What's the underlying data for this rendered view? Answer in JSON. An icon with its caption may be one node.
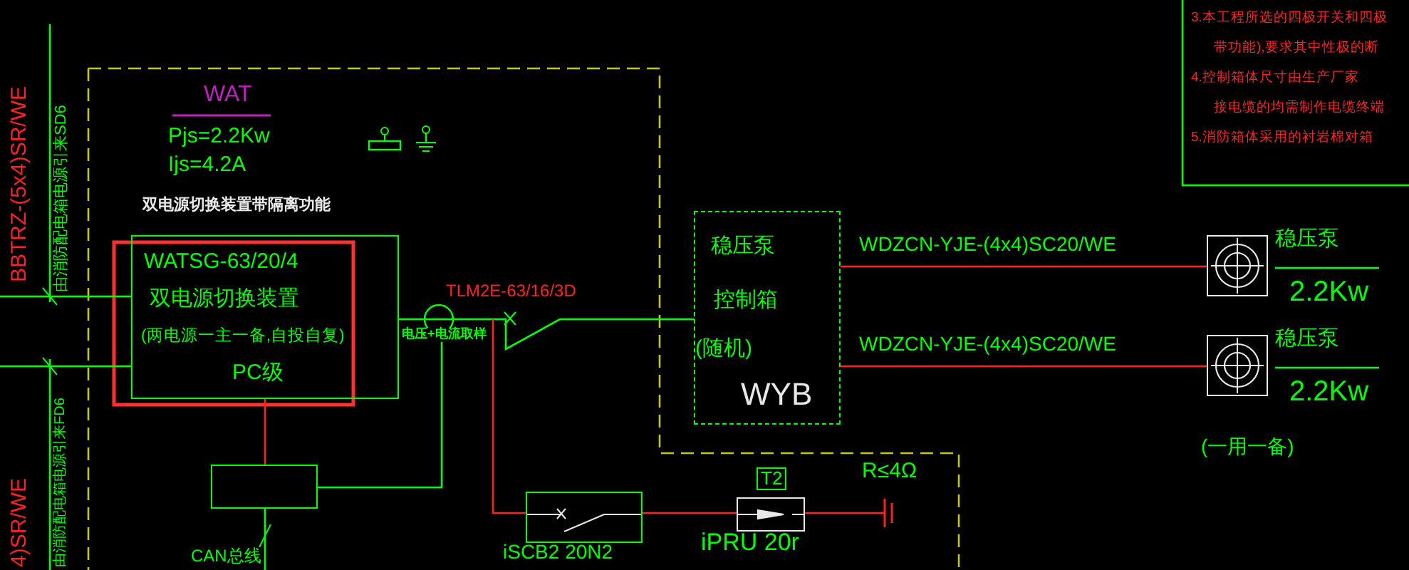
{
  "diagram": {
    "nodes": [
      {
        "text": [
          "WATSG-63/20/4",
          "双电源切换装置",
          "(两电源一主一备,自投自复)",
          "PC级"
        ],
        "beside": [
          "双电源切换装置带隔离功能"
        ]
      },
      {
        "text": [],
        "shape": "box"
      },
      {
        "text": [
          "稳压泵",
          "控制箱",
          "(随机)",
          "WYB"
        ]
      },
      {
        "text": [],
        "shape": "circle",
        "beside": [
          "稳压泵",
          "2.2Kw"
        ]
      },
      {
        "text": [],
        "shape": "circle",
        "beside": [
          "稳压泵",
          "2.2Kw"
        ]
      },
      {
        "text": [],
        "shape": "box",
        "beside": [
          "iSCB2 20N2"
        ]
      },
      {
        "text": [],
        "shape": "box",
        "beside": [
          "T2",
          "iPRU 20r"
        ]
      },
      {
        "text": [],
        "shape": "picture",
        "beside": [
          "R≤4Ω"
        ]
      }
    ],
    "edges": [
      {
        "from": null,
        "to": 0,
        "arrow": "none",
        "color": "#00ff00"
      },
      {
        "from": null,
        "to": 0,
        "arrow": "none",
        "color": "#00ff00"
      },
      {
        "from": 0,
        "to": 2,
        "arrow": "none",
        "label": "TLM2E-63/16/3D",
        "color": "#00ff00"
      },
      {
        "from": 0,
        "to": 1,
        "arrow": "none"
      },
      {
        "from": 0,
        "to": 1,
        "arrow": "none",
        "color": "#00ff00"
      },
      {
        "from": 2,
        "to": 3,
        "arrow": "none",
        "label": "WDZCN-YJE-(4x4)SC20/WE"
      },
      {
        "from": 2,
        "to": 4,
        "arrow": "none",
        "label": "WDZCN-YJE-(4x4)SC20/WE"
      },
      {
        "from": 0,
        "to": 5,
        "arrow": "none"
      },
      {
        "from": 5,
        "to": 6,
        "arrow": "none"
      },
      {
        "from": 6,
        "to": 7,
        "arrow": "none"
      },
      {
        "from": 1,
        "to": null,
        "arrow": "none",
        "label": "CAN总线",
        "color": "#00ff00"
      }
    ],
    "labels": [
      "BBTRZ-(5x4)SR/WE",
      "由消防配电箱电源引来SD6",
      "4)SR/WE",
      "由消防配电箱电源引来FD6",
      "WAT",
      "Pjs=2.2Kw",
      "Ijs=4.2A",
      "电压+电流取样",
      "(一用一备)",
      "3.本工程所选的四极开关和四极",
      "带功能),要求其中性极的断",
      "4.控制箱体尺寸由生产厂家",
      "接电缆的均需制作电缆终端",
      "5.消防箱体采用的衬岩棉对箱"
    ]
  }
}
